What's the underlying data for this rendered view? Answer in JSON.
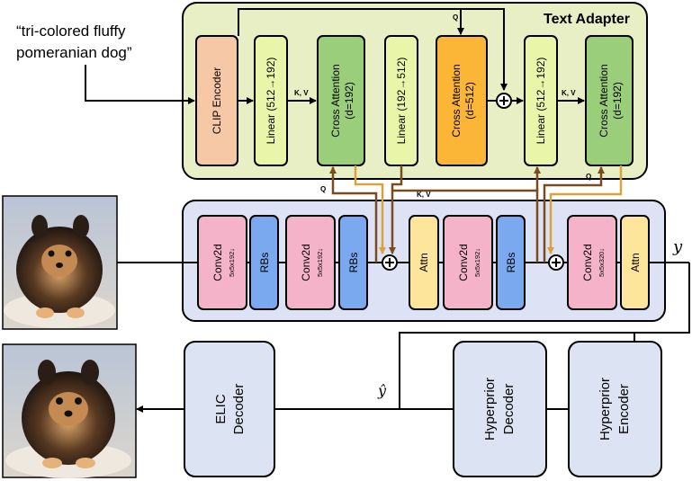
{
  "prompt": {
    "line1": "“tri-colored fluffy",
    "line2": "pomeranian dog”"
  },
  "adapter": {
    "title": "Text Adapter",
    "clip": "CLIP Encoder",
    "lin1": "Linear (512→192)",
    "ca1_a": "Cross Attention",
    "ca1_b": "(d=192)",
    "lin2": "Linear (192→512)",
    "ca2_a": "Cross Attention",
    "ca2_b": "(d=512)",
    "lin3": "Linear (512→192)",
    "ca3_a": "Cross Attention",
    "ca3_b": "(d=192)"
  },
  "encoder": {
    "conv1": "Conv2d",
    "conv1_sub": "5x5x192↓",
    "rbs1": "RBs",
    "conv2": "Conv2d",
    "conv2_sub": "5x5x192↓",
    "rbs2": "RBs",
    "attn1": "Attn",
    "conv3": "Conv2d",
    "conv3_sub": "5x5x192↓",
    "rbs3": "RBs",
    "conv4": "Conv2d",
    "conv4_sub": "5x5x320↓",
    "attn2": "Attn"
  },
  "decoder": {
    "elic_a": "ELIC",
    "elic_b": "Decoder",
    "hd_a": "Hyperprior",
    "hd_b": "Decoder",
    "he_a": "Hyperprior",
    "he_b": "Encoder"
  },
  "labels": {
    "q": "Q",
    "kv": "K, V",
    "y": "y",
    "yhat": "ŷ",
    "plus": "+"
  },
  "colors": {
    "adapter_bg": "#e8efc4",
    "encoder_bg": "#dde3f4",
    "decoder_bg": "#dce3f3",
    "clip": "#f7c8a6",
    "linear": "#e9f5a8",
    "ca_green": "#9bce7a",
    "ca_orange": "#fbb537",
    "conv": "#f4b3c8",
    "rbs": "#7ba9ef",
    "attn": "#fde59b",
    "brown": "#7a4b1f",
    "gold": "#d9a23b"
  }
}
